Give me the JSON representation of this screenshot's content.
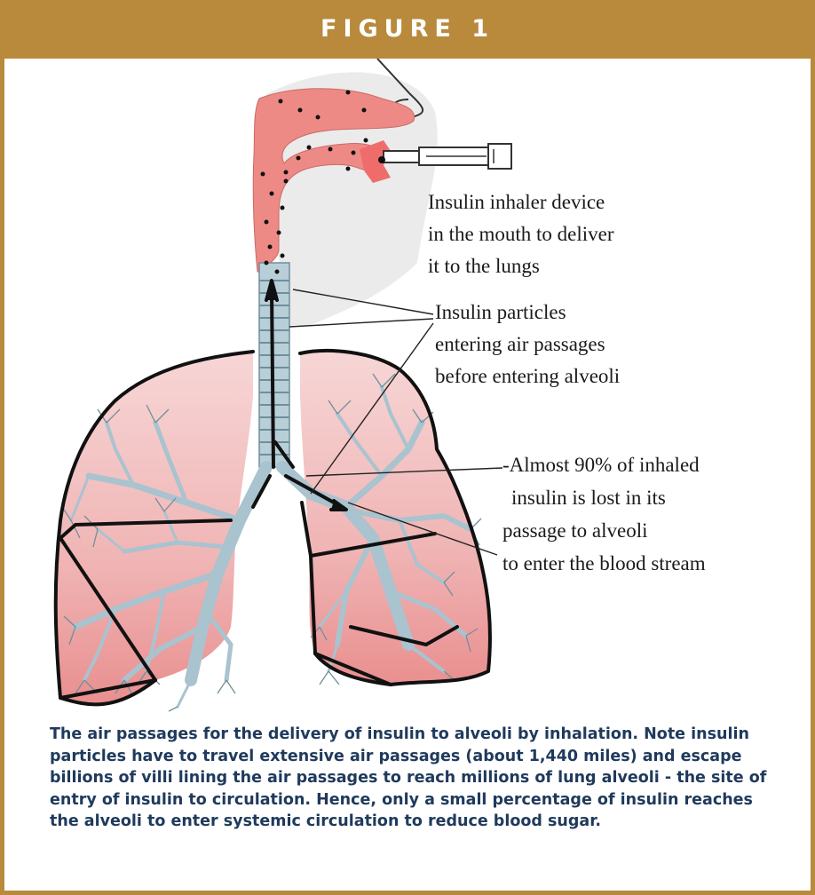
{
  "figure": {
    "title": "FIGURE 1",
    "labels": {
      "inhaler": [
        "Insulin inhaler device",
        "in the mouth to deliver",
        "it to the lungs"
      ],
      "particles": [
        "Insulin particles",
        "entering air passages",
        "before entering alveoli"
      ],
      "loss": [
        "-Almost 90% of inhaled",
        "insulin is lost in its",
        "passage to alveoli",
        "to enter the blood stream"
      ]
    },
    "caption": "The air passages for the delivery of insulin to alveoli by inhalation. Note insulin particles have to travel extensive air passages (about 1,440 miles) and escape billions of villi lining the air passages to reach millions of lung alveoli - the site of entry of insulin to circulation. Hence, only a small percentage of insulin reaches the alveoli to enter systemic circulation to reduce blood sugar."
  },
  "colors": {
    "banner": "#b98a3c",
    "lung_fill": "#f1b8b8",
    "airway_fill": "#ee8a86",
    "bronchi": "#a9c3cf",
    "caption_text": "#1f3a5c"
  }
}
